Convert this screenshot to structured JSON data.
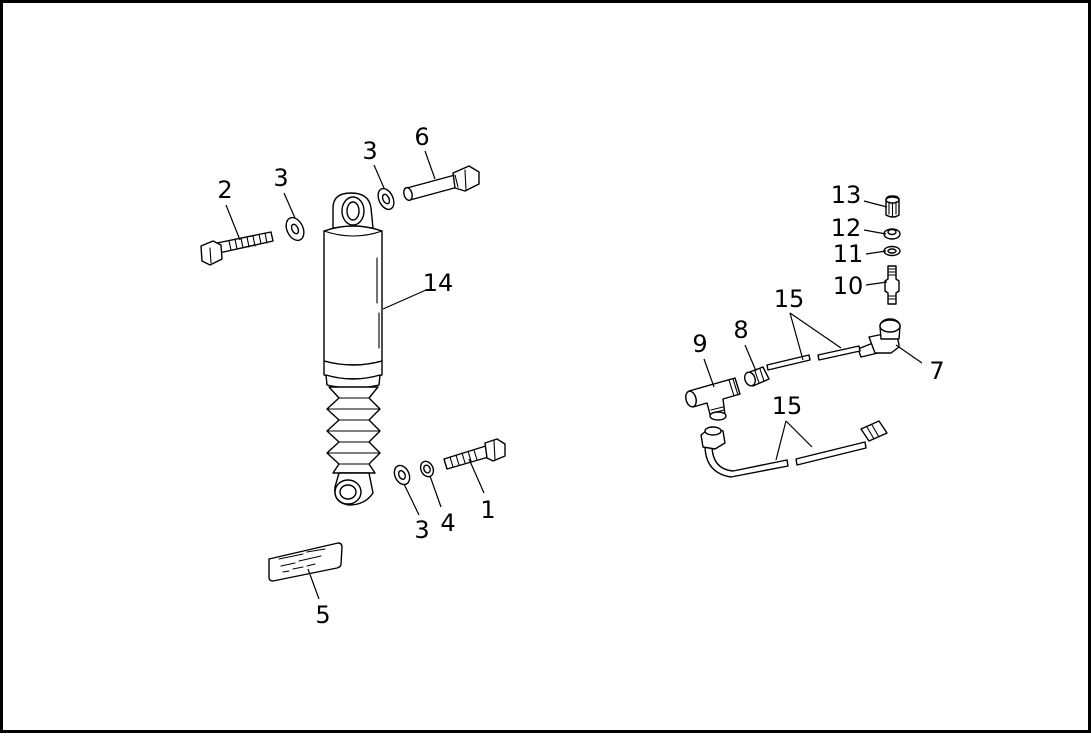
{
  "callouts": {
    "c1": "1",
    "c2": "2",
    "c3a": "3",
    "c3b": "3",
    "c3c": "3",
    "c4": "4",
    "c5": "5",
    "c6": "6",
    "c7": "7",
    "c8": "8",
    "c9": "9",
    "c10": "10",
    "c11": "11",
    "c12": "12",
    "c13": "13",
    "c14": "14",
    "c15a": "15",
    "c15b": "15"
  }
}
